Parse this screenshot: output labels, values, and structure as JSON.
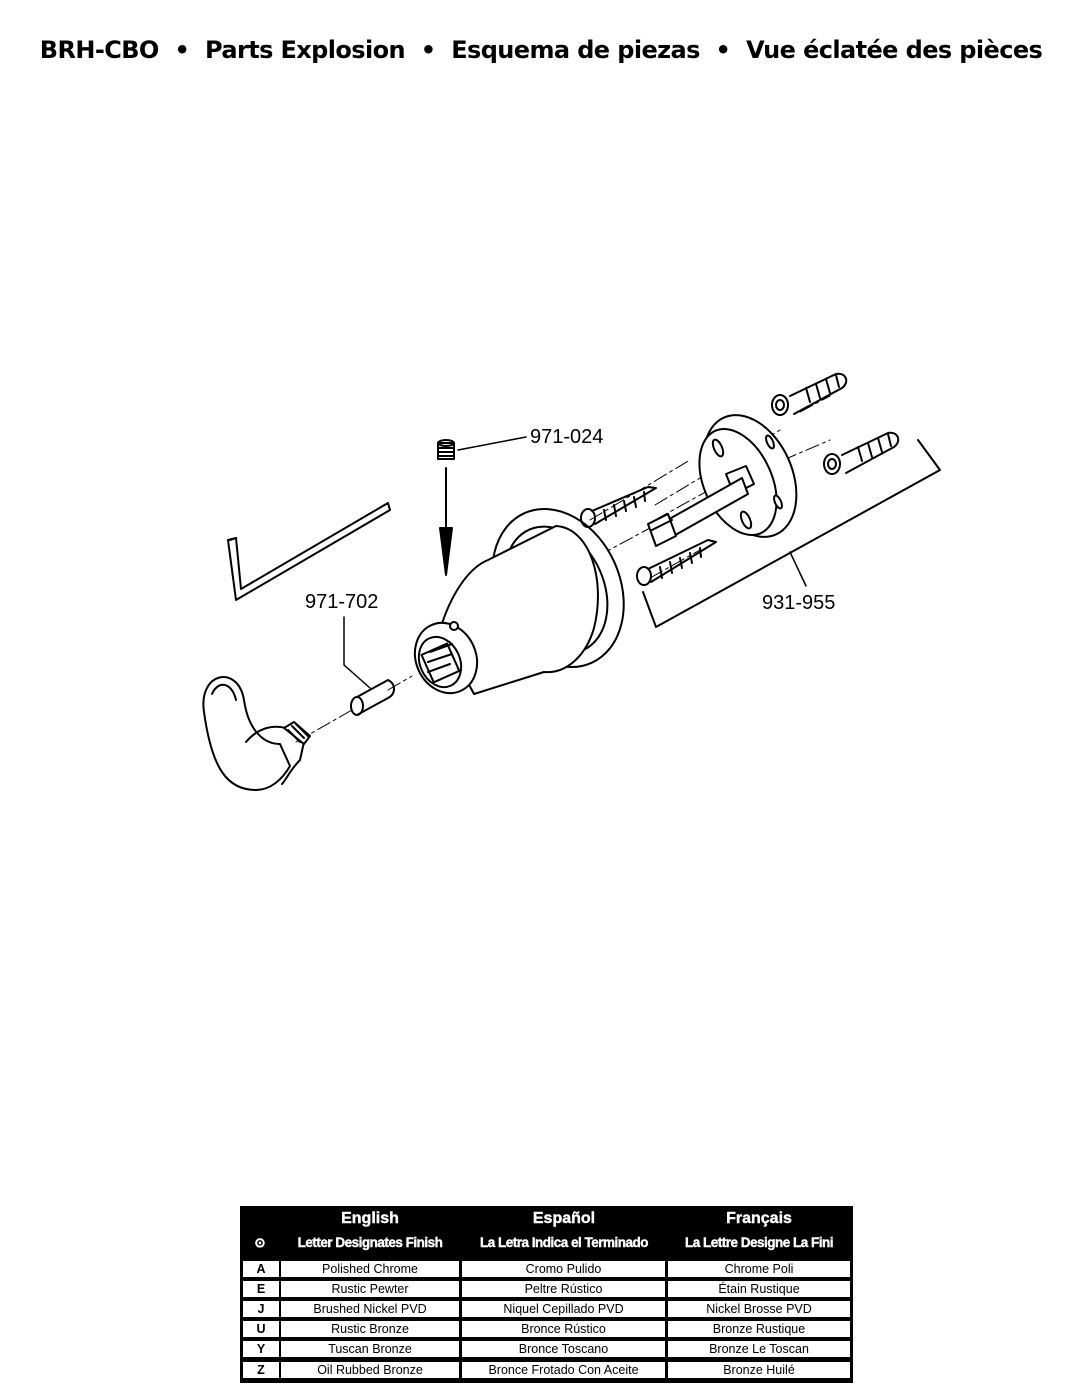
{
  "header": {
    "model": "BRH-CBO",
    "separator": "•",
    "title_en": "Parts Explosion",
    "title_es": "Esquema de piezas",
    "title_fr": "Vue éclatée des pièces"
  },
  "parts": {
    "set_screw": "971-024",
    "pin": "971-702",
    "mounting_kit": "931-955"
  },
  "finish_table": {
    "columns": [
      {
        "language": "English",
        "subheader": "Letter Designates Finish"
      },
      {
        "language": "Español",
        "subheader": "La Letra Indica el Terminado"
      },
      {
        "language": "Français",
        "subheader": "La Lettre Designe La Fini"
      }
    ],
    "key_symbol": "⊙",
    "rows": [
      {
        "letter": "A",
        "en": "Polished Chrome",
        "es": "Cromo Pulido",
        "fr": "Chrome Poli"
      },
      {
        "letter": "E",
        "en": "Rustic Pewter",
        "es": "Peltre Rústico",
        "fr": "Étain Rustique"
      },
      {
        "letter": "J",
        "en": "Brushed Nickel PVD",
        "es": "Niquel Cepillado PVD",
        "fr": "Nickel Brosse PVD"
      },
      {
        "letter": "U",
        "en": "Rustic Bronze",
        "es": "Bronce Rústico",
        "fr": "Bronze Rustique"
      },
      {
        "letter": "Y",
        "en": "Tuscan Bronze",
        "es": "Bronce Toscano",
        "fr": "Bronze Le Toscan"
      },
      {
        "letter": "Z",
        "en": "Oil Rubbed Bronze",
        "es": "Bronce Frotado Con Aceite",
        "fr": "Bronze Huilé"
      }
    ]
  }
}
